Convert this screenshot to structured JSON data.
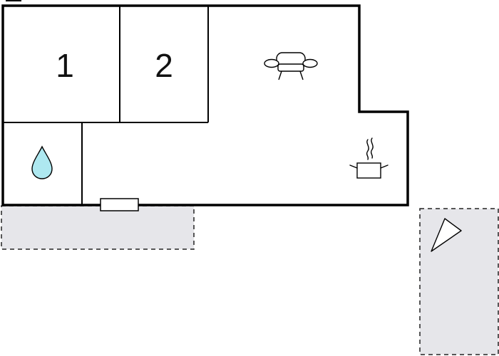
{
  "floorplan": {
    "rooms": [
      {
        "id": "bedroom-1",
        "label": "1"
      },
      {
        "id": "bedroom-2",
        "label": "2"
      }
    ],
    "icons": {
      "living_room": "sofa-icon",
      "kitchen": "cooking-pot-icon",
      "bathroom": "water-drop-icon",
      "entrance": "compass-arrow-icon"
    },
    "colors": {
      "walls": "#000000",
      "outdoor_area": "#e6e6ea",
      "water_drop": "#aee8f0",
      "background": "#ffffff"
    }
  }
}
